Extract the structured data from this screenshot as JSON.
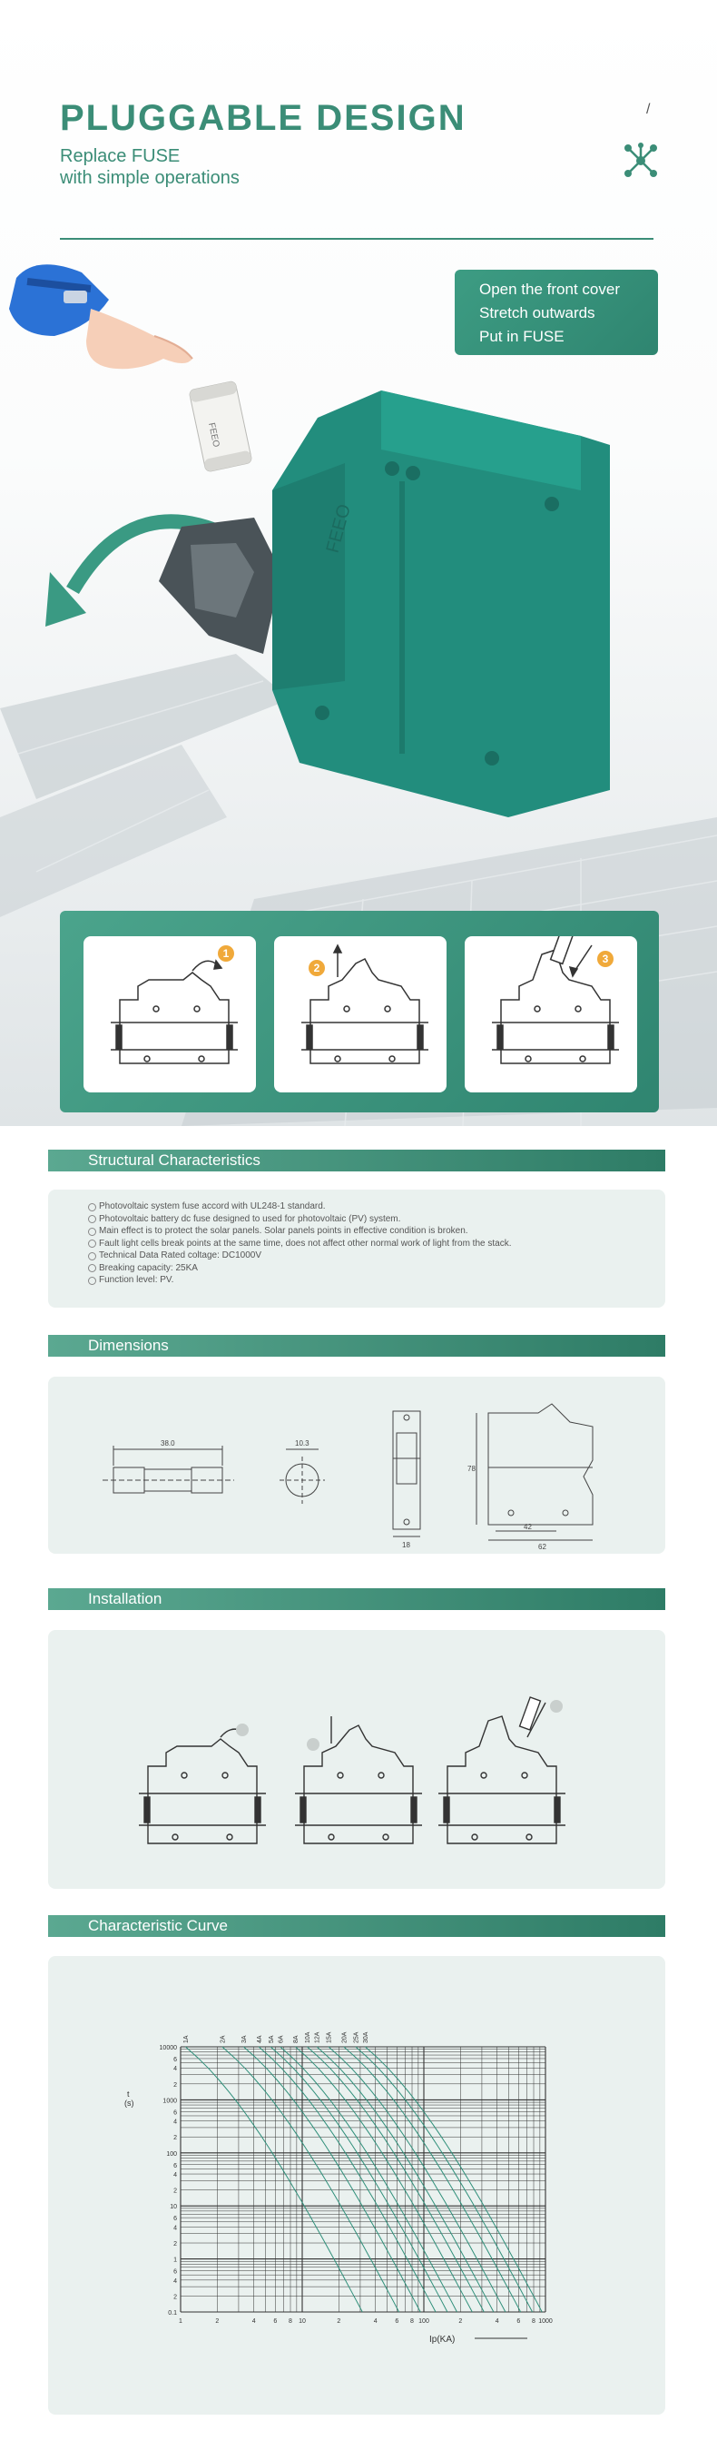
{
  "hero": {
    "title": "PLUGGABLE  DESIGN",
    "subtitle_line1": "Replace FUSE",
    "subtitle_line2": "with simple operations",
    "corner_mark": "/",
    "steps": [
      "Open the front cover",
      "Stretch outwards",
      "Put in FUSE"
    ],
    "fuse_brand": "FEEO",
    "body_brand": "FEEO"
  },
  "install_steps": {
    "badges": [
      "1",
      "2",
      "3"
    ]
  },
  "structural": {
    "title": "Structural Characteristics",
    "items": [
      "Photovoltaic system fuse accord with UL248-1 standard.",
      "Photovoltaic battery dc fuse designed to used for photovoltaic (PV) system.",
      "Main effect is to protect the solar panels. Solar panels points in effective condition is broken.",
      "Fault light cells break points at the same time, does not affect other normal work of light from the stack.",
      "Technical Data Rated coltage: DC1000V",
      "Breaking capacity: 25KA",
      "Function level: PV."
    ]
  },
  "dimensions": {
    "title": "Dimensions",
    "fuse_length": "38.0",
    "fuse_diameter": "10.3",
    "holder_width": "18",
    "holder_height": "78",
    "holder_depth1": "42",
    "holder_depth2": "62"
  },
  "installation": {
    "title": "Installation"
  },
  "curve": {
    "title": "Characteristic Curve",
    "y_unit": "t",
    "y_unit2": "(s)",
    "x_unit": "Ip(KA)",
    "current_ratings": [
      "1A",
      "2A",
      "3A",
      "4A",
      "5A",
      "6A",
      "8A",
      "10A",
      "12A",
      "15A",
      "20A",
      "25A",
      "30A"
    ],
    "y_ticks": [
      "10000",
      "6",
      "4",
      "2",
      "1000",
      "6",
      "4",
      "2",
      "100",
      "6",
      "4",
      "2",
      "10",
      "6",
      "4",
      "2",
      "1",
      "6",
      "4",
      "2",
      "0.1"
    ],
    "x_ticks": [
      "1",
      "2",
      "4",
      "6",
      "8",
      "10",
      "2",
      "4",
      "6",
      "8",
      "100",
      "2",
      "4",
      "6",
      "8",
      "1000"
    ]
  },
  "colors": {
    "accent": "#3b8d77",
    "accent_dark": "#2e7c66",
    "panel_bg": "#eaf1ef",
    "badge": "#f0a93a"
  }
}
